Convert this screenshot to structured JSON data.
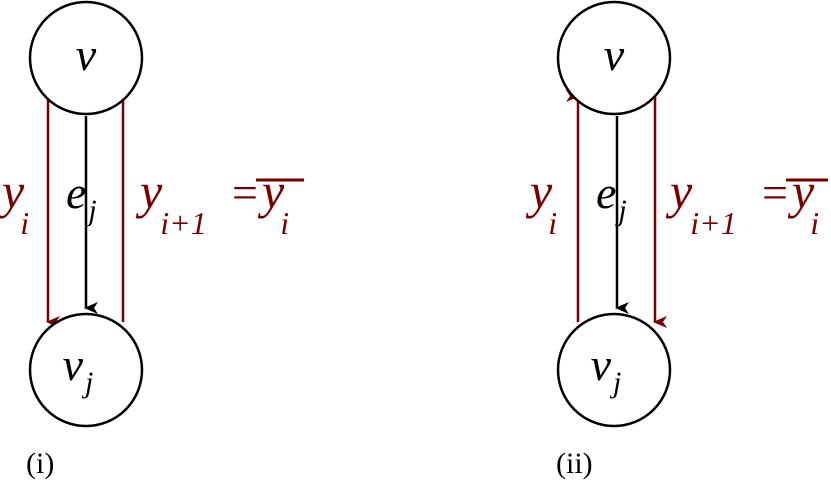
{
  "colors": {
    "highlight": "#7a0000",
    "ink": "#000000"
  },
  "panels": [
    {
      "caption": "(i)",
      "top_node": "v",
      "bottom_node_base": "v",
      "bottom_node_sub": "j",
      "edge_base": "e",
      "edge_sub": "j",
      "left_base": "y",
      "left_sub": "i",
      "right_base": "y",
      "right_sub": "i+1",
      "equals": "=",
      "bar_base": "y",
      "bar_sub": "i",
      "left_direction": "down",
      "right_direction": "up"
    },
    {
      "caption": "(ii)",
      "top_node": "v",
      "bottom_node_base": "v",
      "bottom_node_sub": "j",
      "edge_base": "e",
      "edge_sub": "j",
      "left_base": "y",
      "left_sub": "i",
      "right_base": "y",
      "right_sub": "i+1",
      "equals": "=",
      "bar_base": "y",
      "bar_sub": "i",
      "left_direction": "up",
      "right_direction": "down"
    }
  ]
}
